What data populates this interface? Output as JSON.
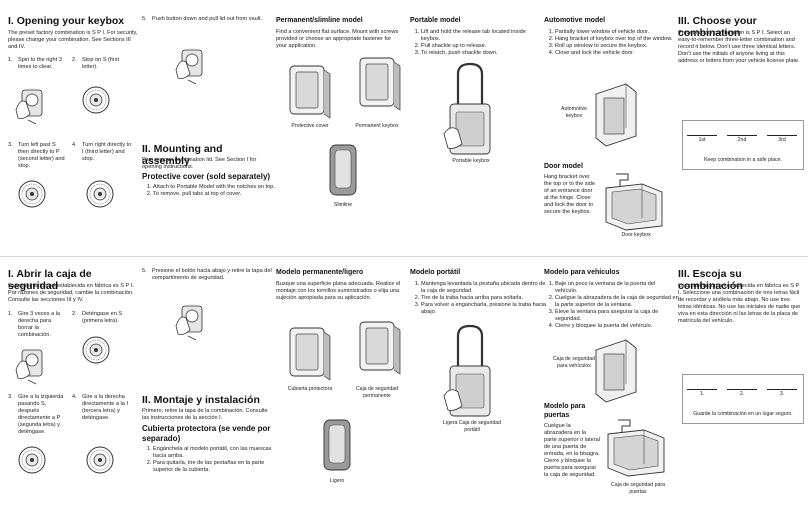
{
  "en": {
    "s1": {
      "title": "I. Opening your keybox",
      "intro": "The preset factory combination is S P I. For security, please change your combination. See Sections III and IV.",
      "step1": "Spin to the right 3 times to clear.",
      "step2": "Stop on S (first letter).",
      "step3": "Turn left past S then directly to P (second letter) and stop.",
      "step4": "Turn right directly to I (third letter) and stop.",
      "step5": "Push button down and pull lid out from vault.",
      "n1": "1.",
      "n2": "2.",
      "n3": "3.",
      "n4": "4.",
      "n5": "5."
    },
    "s2": {
      "title": "II. Mounting and assembly",
      "intro": "First remove combination lid.  See Section I for opening instructions.",
      "subtitle": "Protective cover (sold separately)",
      "steps": [
        "Attach to  Portable Model with the notches on top.",
        "To remove, pull tabs at top of cover."
      ]
    },
    "perm": {
      "title": "Permanent/slimline model",
      "intro": "Find a convenient flat surface.  Mount with screws provided or choose an appropriate fastener for your application.",
      "cap_cover": "Protective cover",
      "cap_keybox": "Permanent keybox",
      "cap_slim": "Slimline"
    },
    "port": {
      "title": "Portable model",
      "steps": [
        "Lift and hold the release tab located inside keybox.",
        "Pull shackle up to release.",
        "To relatch, push shackle down."
      ],
      "cap": "Portable keybox"
    },
    "auto": {
      "title": "Automotive model",
      "steps": [
        "Partially lower window of vehicle door.",
        "Hang bracket of keybox over top of the window.",
        "Roll up window to secure the keybox.",
        "Close and lock the vehicle door."
      ],
      "cap_l1": "Automotive",
      "cap_l2": "keybox"
    },
    "door": {
      "title": "Door model",
      "intro": "Hang bracket over the top or to the side of an entrance door at the hinge. Close and lock the door to secure the keybox.",
      "cap": "Door keybox"
    },
    "s3": {
      "title": "III. Choose your combination",
      "intro": "Preset factory combination is S P I. Select an easy-to-remember three-letter combination and record it below.  Don't use three identical letters.  Don't use the initials of anyone living at this address or letters from your vehicle license plate.",
      "l1": "1st",
      "l2": "2nd",
      "l3": "3rd",
      "note": "Keep combination in a safe place."
    }
  },
  "es": {
    "s1": {
      "title": "I. Abrir la caja de seguridad",
      "intro": "La combinación preestablecida en fábrica es S P I. Por razones de seguridad, cambie la combinación.  Consulte las secciones III y IV.",
      "step1": "Gire 3 veces a la derecha para borrar la combinación.",
      "step2": "Deténgase en S (primera letra).",
      "step3": "Gire a la izquierda pasando S, después directamente a P (segunda letra) y deténgase.",
      "step4": "Gire a la derecha directamente a la I (tercera letra) y deténgase.",
      "step5": "Presione el botón hacia abajo y retire la tapa del compartimento de seguridad.",
      "n1": "1.",
      "n2": "2.",
      "n3": "3.",
      "n4": "4.",
      "n5": "5."
    },
    "s2": {
      "title": "II. Montaje y instalación",
      "intro": "Primero, retire la tapa de la combinación. Consulte las instrucciones de la sección I.",
      "subtitle": "Cubierta protectora (se vende por separado)",
      "steps": [
        "Engánchela al modelo portátil, con las muescas hacia arriba.",
        "Para quitarla, tire de las pestañas en la parte superior de la cubierta."
      ]
    },
    "perm": {
      "title": "Modelo permanente/ligero",
      "intro": "Busque una superficie plana adecuada. Realice el montaje con los tornillos suministrados o elija una sujeción apropiada para su aplicación.",
      "cap_cover": "Cubierta protectora",
      "cap_keybox": "Caja de seguridad permanente",
      "cap_slim": "Ligero"
    },
    "port": {
      "title": "Modelo portátil",
      "steps": [
        "Mantenga levantada la pestaña ubicada dentro de la caja de seguridad.",
        "Tire de la traba hacia arriba para soltarla.",
        "Para volver a engancharla, presione la traba hacia abajo."
      ],
      "cap": "Ligera Caja de seguridad portátil"
    },
    "auto": {
      "title": "Modelo para vehículos",
      "steps": [
        "Baje un poco la ventana de la puerta del vehículo.",
        "Cuelgue la abrazadera de la caja de seguridad en la parte superior de la ventana.",
        "Eleve la ventana para asegurar la caja de seguridad.",
        "Cierre y bloquee la puerta del vehículo."
      ],
      "cap": "Caja de seguridad para vehículos"
    },
    "door": {
      "title": "Modelo para puertas",
      "intro": "Cuelgue la abrazadera en la parte superior o lateral de una puerta de entrada, en la bisagra. Cierre y bloquee la puerta para asegurar la caja de seguridad.",
      "cap": "Caja de seguridad para puertas"
    },
    "s3": {
      "title": "III. Escoja su combinación",
      "intro": "La combinación preestablecida en fábrica es S P I. Seleccione una combinación de tres letras fácil de recordar y anótela más abajo. No use tres letras idénticas. No use las iniciales de nadie que viva en esta dirección ni las letras de la placa de matrícula del vehículo.",
      "l1": "1.",
      "l2": "2.",
      "l3": "3.",
      "note": "Guarde la combinación en un lugar seguro."
    }
  }
}
